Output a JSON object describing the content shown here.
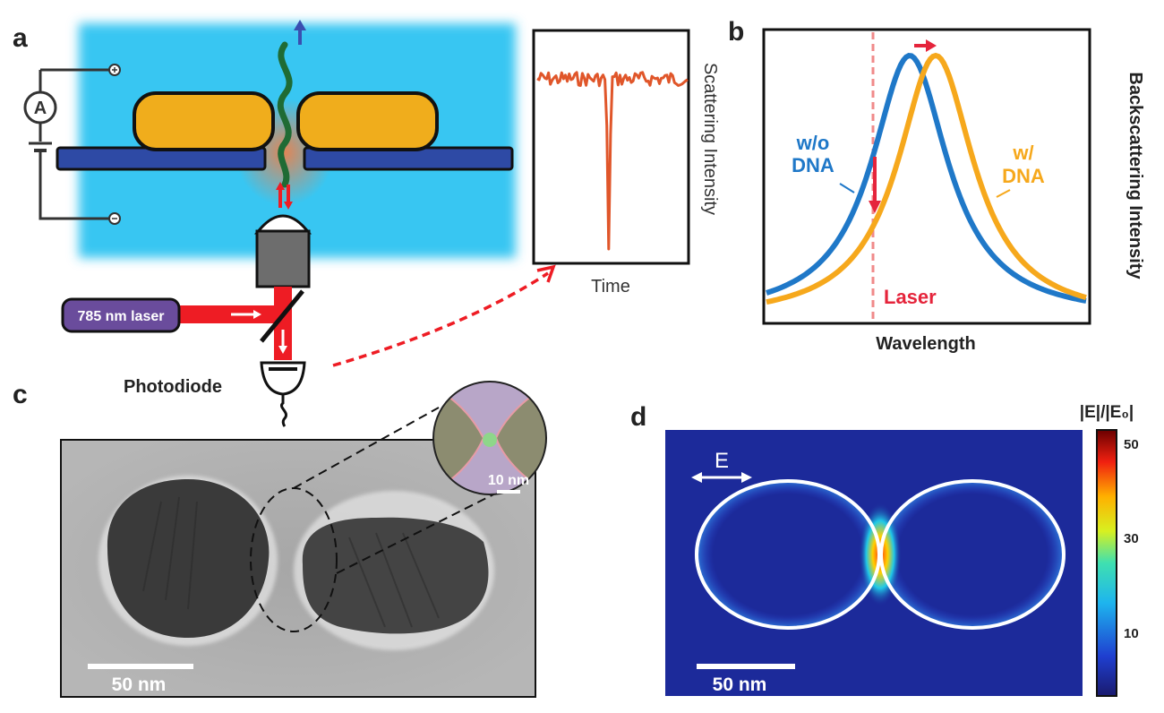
{
  "panels": {
    "a": {
      "label": "a",
      "ammeter_symbol": "A",
      "laser_label": "785 nm laser",
      "detector_label": "Photodiode",
      "trace": {
        "ylabel": "Scattering Intensity",
        "xlabel": "Time",
        "color": "#e0562a"
      }
    },
    "b": {
      "label": "b",
      "ylabel": "Backscattering Intensity",
      "xlabel": "Wavelength",
      "laser_marker": "Laser",
      "curve_without_dna_label_line1": "w/o",
      "curve_without_dna_label_line2": "DNA",
      "curve_with_dna_label_line1": "w/",
      "curve_with_dna_label_line2": "DNA",
      "color_without_dna": "#1f78c8",
      "color_with_dna": "#f6a81c",
      "color_laser": "#e5243b"
    },
    "c": {
      "label": "c",
      "scalebar_main": "50 nm",
      "scalebar_inset": "10 nm"
    },
    "d": {
      "label": "d",
      "field_label": "E",
      "colorbar_title": "|E|/|E₀|",
      "colorbar_ticks": [
        "50",
        "30",
        "10"
      ],
      "scalebar": "50 nm"
    }
  },
  "colors": {
    "buffer_blue": "#38c6f2",
    "gold": "#f0ad1c",
    "membrane": "#2e4aa5",
    "dna": "#1f6b34",
    "laser_red": "#ee1c24",
    "laser_box": "#6a4c9c"
  }
}
